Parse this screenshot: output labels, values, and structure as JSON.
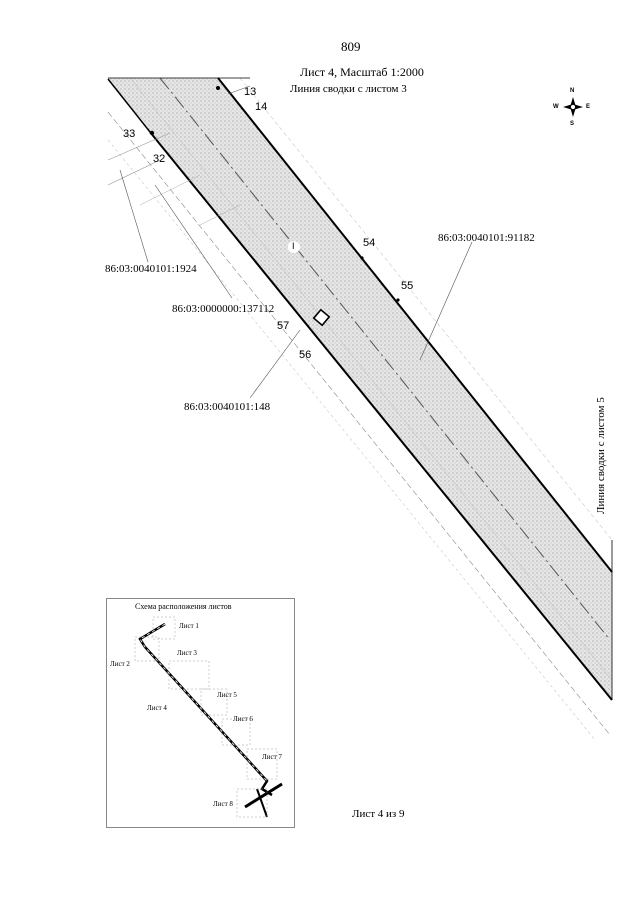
{
  "page_number": "809",
  "sheet_header": "Лист 4, Масштаб 1:2000",
  "matchline_top": "Линия сводки с листом 3",
  "matchline_right": "Линия сводки с листом 5",
  "footer": "Лист 4 из 9",
  "compass": {
    "n": "N",
    "s": "S",
    "w": "W",
    "e": "E"
  },
  "point_labels": {
    "p13": "13",
    "p14": "14",
    "p33": "33",
    "p32": "32",
    "p54": "54",
    "p55": "55",
    "p57": "57",
    "p56": "56",
    "roman": "I"
  },
  "cadastral": {
    "c1924": "86:03:0040101:1924",
    "c137112": "86:03:0000000:137112",
    "c148": "86:03:0040101:148",
    "c91182": "86:03:0040101:91182"
  },
  "inset": {
    "title": "Схема расположения листов",
    "sheets": [
      "Лист 1",
      "Лист 2",
      "Лист 3",
      "Лист 4",
      "Лист 5",
      "Лист 6",
      "Лист 7",
      "Лист 8"
    ]
  }
}
